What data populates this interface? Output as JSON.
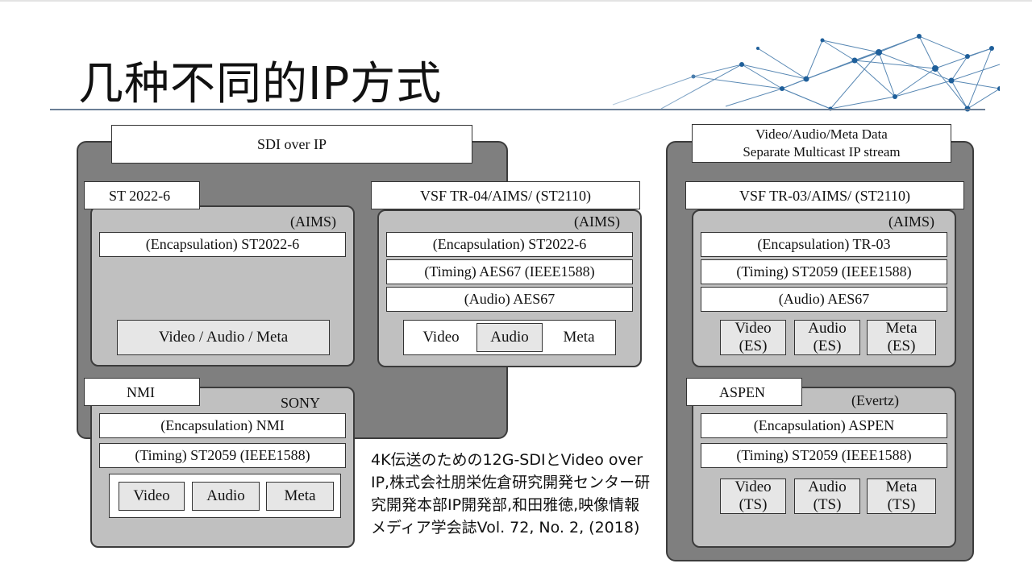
{
  "title": "几种不同的IP方式",
  "sdi_group": {
    "header": "SDI over IP",
    "st2022": {
      "label": "ST 2022-6",
      "vendor": "(AIMS)",
      "layers": [
        "(Encapsulation) ST2022-6"
      ],
      "media": "Video / Audio / Meta"
    },
    "vsf04": {
      "label": "VSF TR-04/AIMS/ (ST2110)",
      "vendor": "(AIMS)",
      "layers": [
        "(Encapsulation) ST2022-6",
        "(Timing) AES67 (IEEE1588)",
        "(Audio) AES67"
      ],
      "media": [
        "Video",
        "Audio",
        "Meta"
      ]
    },
    "nmi": {
      "label": "NMI",
      "vendor": "SONY",
      "layers": [
        "(Encapsulation) NMI",
        "(Timing) ST2059 (IEEE1588)"
      ],
      "media": [
        "Video",
        "Audio",
        "Meta"
      ]
    }
  },
  "separate_group": {
    "header": "Video/Audio/Meta Data\nSeparate Multicast IP stream",
    "vsf03": {
      "label": "VSF TR-03/AIMS/ (ST2110)",
      "vendor": "(AIMS)",
      "layers": [
        "(Encapsulation) TR-03",
        "(Timing) ST2059 (IEEE1588)",
        "(Audio) AES67"
      ],
      "media": [
        "Video\n(ES)",
        "Audio\n(ES)",
        "Meta\n(ES)"
      ]
    },
    "aspen": {
      "label": "ASPEN",
      "vendor": "(Evertz)",
      "layers": [
        "(Encapsulation) ASPEN",
        "(Timing) ST2059 (IEEE1588)"
      ],
      "media": [
        "Video\n(TS)",
        "Audio\n(TS)",
        "Meta\n(TS)"
      ]
    }
  },
  "citation": "4K伝送のための12G-SDIとVideo over IP,株式会社朋栄佐倉研究開発センター研究開発本部IP開発部,和田雅徳,映像情報メディア学会誌Vol. 72, No. 2, (2018)",
  "colors": {
    "outer": "#7f7f7f",
    "inner": "#c0c0c0",
    "media": "#e6e6e6",
    "rule": "#6b7f96",
    "network": "#1f5f9a"
  },
  "icons": [
    "network-graphic-icon"
  ]
}
